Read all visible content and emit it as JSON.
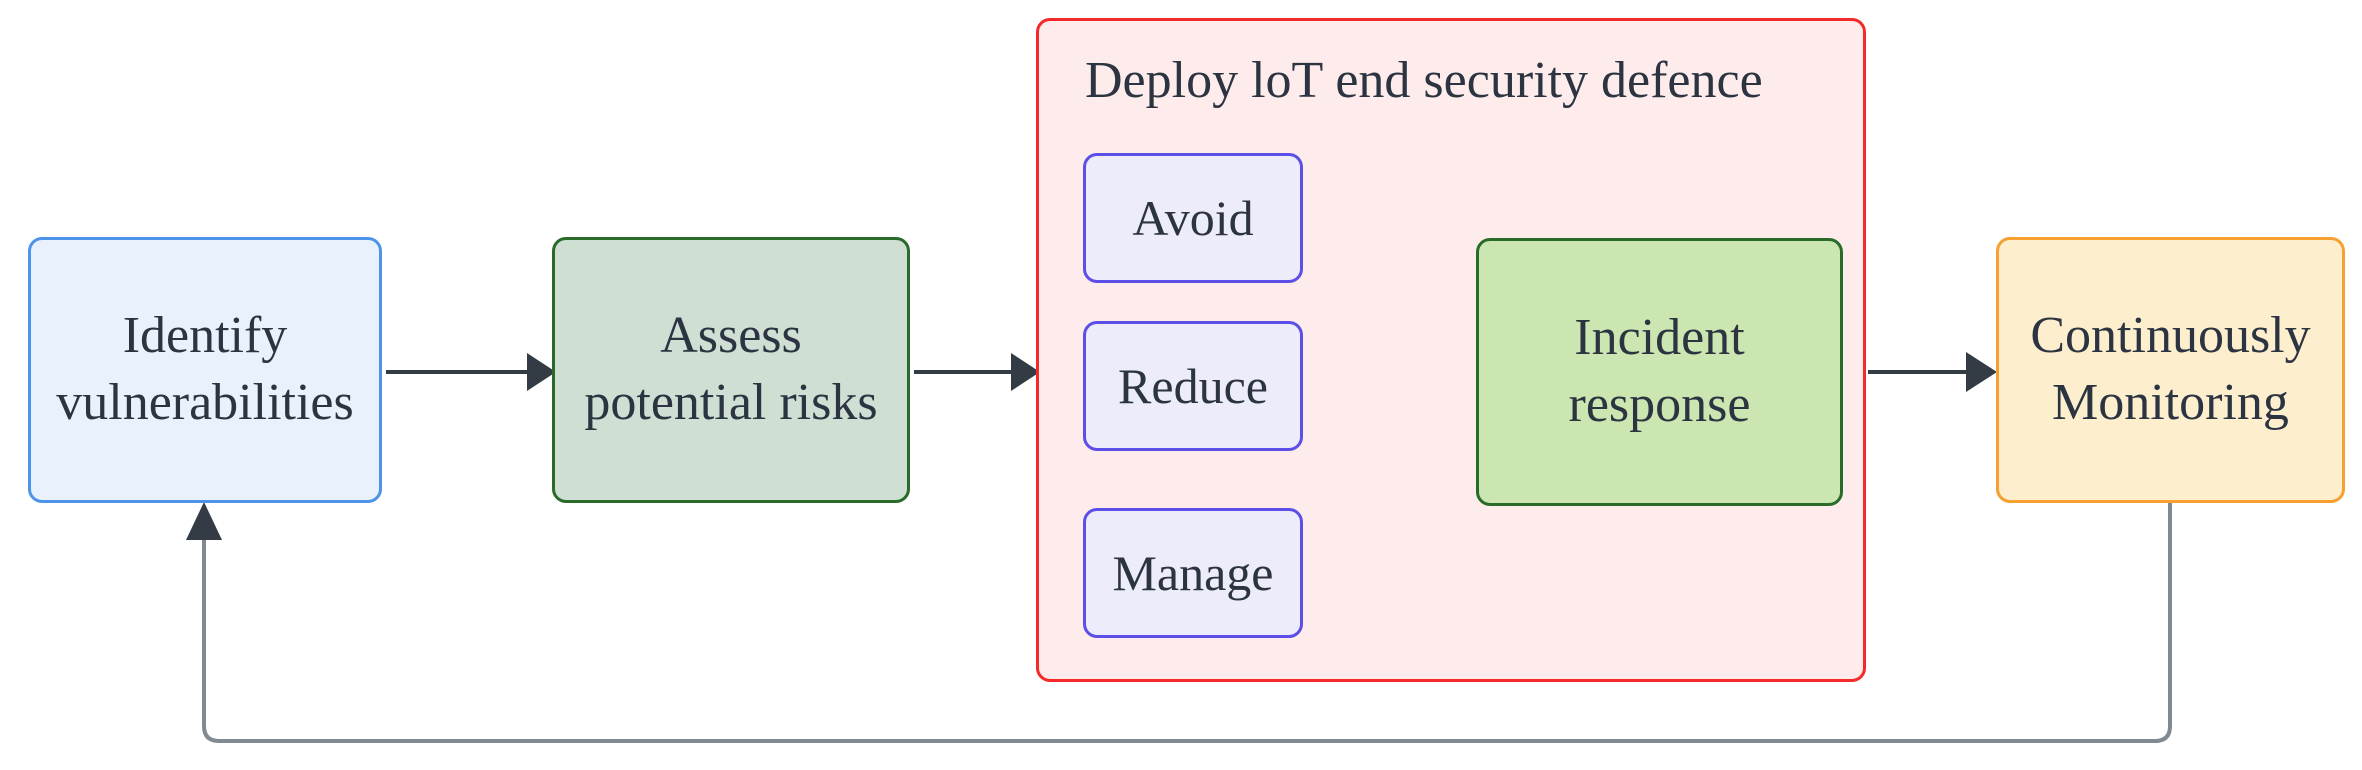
{
  "diagram": {
    "title_visible": false,
    "nodes": {
      "identify": {
        "label": "Identify\nvulnerabilities",
        "fill": "#e8f1fc",
        "stroke": "#4d94e8"
      },
      "assess": {
        "label": "Assess\npotential risks",
        "fill": "#cfdfd4",
        "stroke": "#2a6b2a"
      },
      "deploy_group": {
        "label": "Deploy loT end security defence",
        "fill": "#fdeceb",
        "stroke": "#f42a2a"
      },
      "avoid": {
        "label": "Avoid",
        "fill": "#ececfb",
        "stroke": "#5b4fe8"
      },
      "reduce": {
        "label": "Reduce",
        "fill": "#ececfb",
        "stroke": "#5b4fe8"
      },
      "manage": {
        "label": "Manage",
        "fill": "#ececfb",
        "stroke": "#5b4fe8"
      },
      "incident": {
        "label": "Incident\nresponse",
        "fill": "#cbe6b0",
        "stroke": "#2a6b2a"
      },
      "monitor": {
        "label": "Continuously\nMonitoring",
        "fill": "#fdeece",
        "stroke": "#f5a030"
      }
    },
    "edges": [
      {
        "name": "identify-to-assess",
        "from": "identify",
        "to": "assess",
        "style": "arrow"
      },
      {
        "name": "assess-to-deploy",
        "from": "assess",
        "to": "deploy_group",
        "style": "arrow"
      },
      {
        "name": "reduce-to-incident",
        "from": "reduce",
        "to": "incident",
        "style": "arrow"
      },
      {
        "name": "deploy-to-monitor",
        "from": "deploy_group",
        "to": "monitor",
        "style": "arrow"
      },
      {
        "name": "monitor-to-identify-feedback",
        "from": "monitor",
        "to": "identify",
        "style": "arrow-loop"
      }
    ],
    "colors": {
      "edge": "#333c45",
      "edge_soft": "#7f8a93",
      "text": "#2b3440",
      "background": "#ffffff"
    }
  }
}
